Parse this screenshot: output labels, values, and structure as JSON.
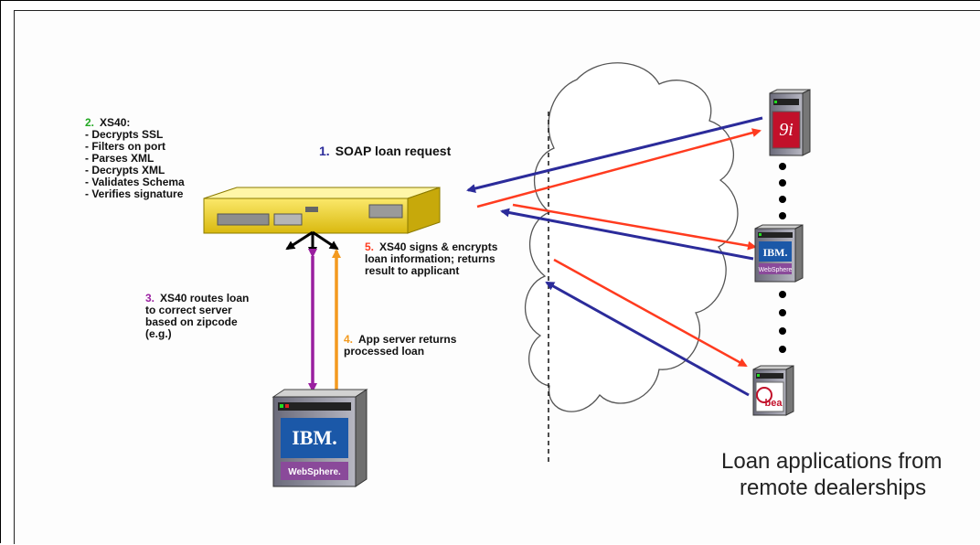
{
  "colors": {
    "request_arrow": "#2b2b9a",
    "response_arrow": "#ff3b1f",
    "route_arrow": "#9a1fa0",
    "return_arrow": "#f39a1f",
    "appliance": "#f2d21b",
    "step2_number": "#22a822",
    "step1_number": "#2b2b9a",
    "step3_number": "#9a1fa0",
    "step4_number": "#f39a1f",
    "step5_number": "#ff3b1f"
  },
  "step2": {
    "number": "2.",
    "title": "XS40:",
    "items": [
      "- Decrypts SSL",
      "- Filters on port",
      "- Parses XML",
      "- Decrypts XML",
      "- Validates Schema",
      "- Verifies signature"
    ]
  },
  "step1": {
    "number": "1.",
    "text": "SOAP loan request"
  },
  "step5": {
    "number": "5.",
    "lines": [
      "XS40 signs & encrypts",
      "loan information; returns",
      "result to applicant"
    ]
  },
  "step3": {
    "number": "3.",
    "lines": [
      "XS40 routes loan",
      "to correct server",
      "based on zipcode",
      "(e.g.)"
    ]
  },
  "step4": {
    "number": "4.",
    "lines": [
      "App server returns",
      "processed loan"
    ]
  },
  "servers": {
    "oracle": {
      "label": "9i",
      "icon": "oracle-server-icon"
    },
    "ibm_remote": {
      "brand": "IBM.",
      "sub": "WebSphere",
      "icon": "ibm-websphere-server-icon"
    },
    "bea": {
      "label": "bea",
      "icon": "bea-server-icon"
    },
    "ibm_app": {
      "brand": "IBM.",
      "sub": "WebSphere.",
      "icon": "ibm-websphere-app-server-icon"
    }
  },
  "caption": {
    "lines": [
      "Loan applications from",
      "remote dealerships"
    ]
  }
}
